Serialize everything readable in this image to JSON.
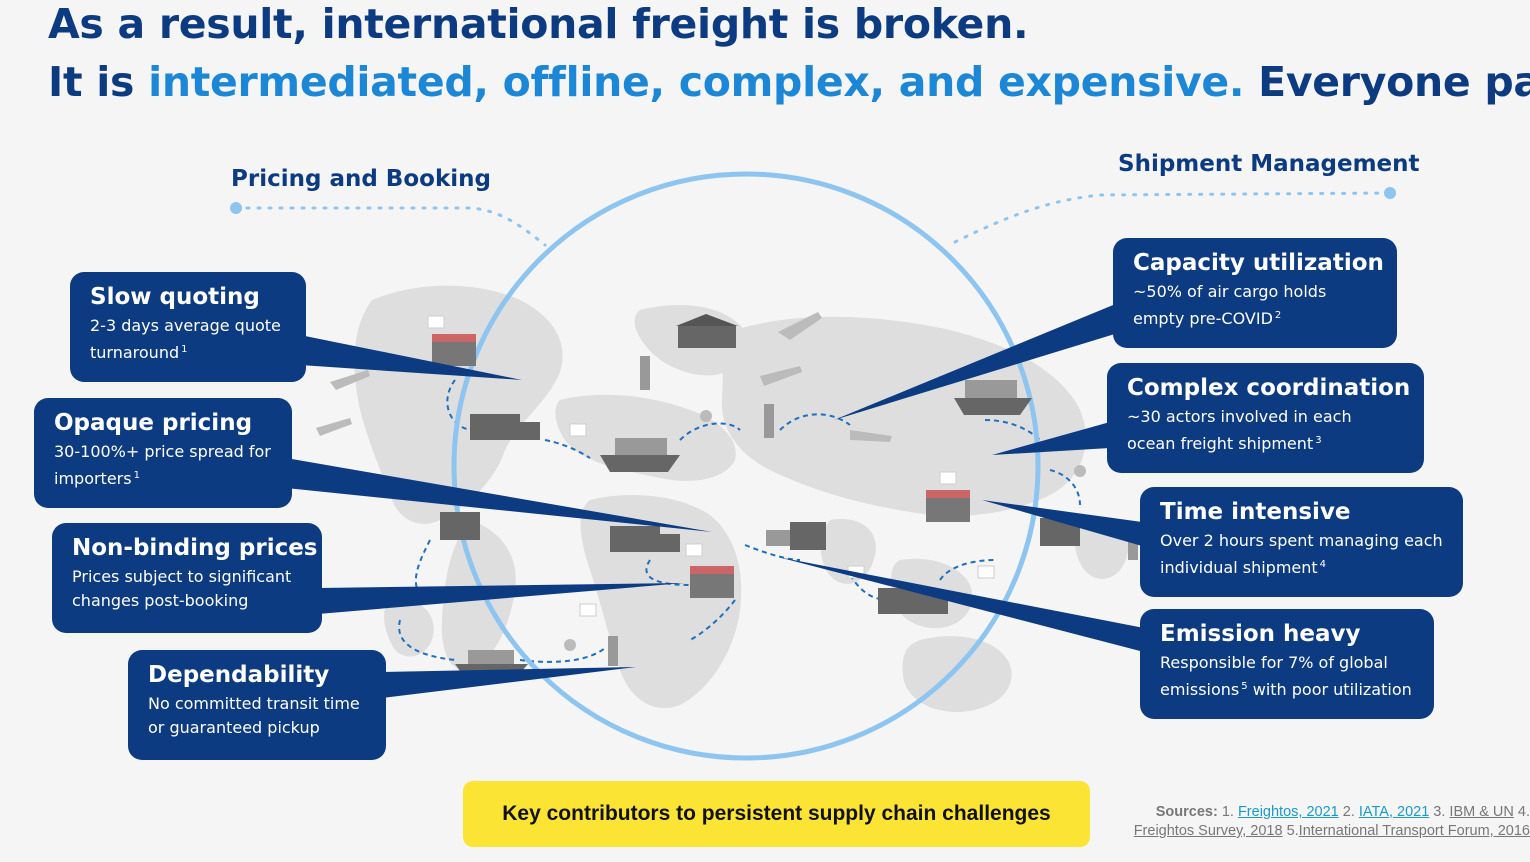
{
  "title": {
    "line1": "As a result, international freight is broken.",
    "line2_prefix": "It is ",
    "line2_highlight": "intermediated, offline, complex, and expensive.",
    "line2_suffix": " Everyone pays."
  },
  "sections": {
    "pricing": "Pricing and Booking",
    "shipment": "Shipment Management"
  },
  "cards": {
    "slow_quoting": {
      "title": "Slow quoting",
      "desc": "2-3 days average quote turnaround",
      "ref": "1"
    },
    "opaque_pricing": {
      "title": "Opaque pricing",
      "desc": "30-100%+ price spread for importers",
      "ref": "1"
    },
    "non_binding": {
      "title": "Non-binding prices",
      "desc": "Prices subject to significant changes post-booking"
    },
    "dependability": {
      "title": "Dependability",
      "desc": "No committed transit time or guaranteed pickup"
    },
    "capacity": {
      "title": "Capacity utilization",
      "desc": "~50% of air cargo holds empty pre-COVID",
      "ref": "2"
    },
    "coordination": {
      "title": "Complex coordination",
      "desc": "~30 actors involved in each ocean freight shipment",
      "ref": "3"
    },
    "time": {
      "title": "Time intensive",
      "desc": "Over 2 hours spent managing each individual shipment",
      "ref": "4"
    },
    "emission": {
      "title": "Emission heavy",
      "desc_before": "Responsible for 7% of global emissions",
      "ref": "5",
      "desc_after": " with poor utilization"
    }
  },
  "footer": {
    "label": "Key contributors to persistent supply chain challenges"
  },
  "sources": {
    "prefix": "Sources:",
    "items": [
      {
        "num": "1.",
        "text": "Freightos, 2021"
      },
      {
        "num": "2.",
        "text": "IATA, 2021"
      },
      {
        "num": "3.",
        "text": "IBM & UN"
      },
      {
        "num": "4.",
        "text": "Freightos Survey, 2018"
      },
      {
        "num": "5.",
        "text": "International Transport Forum, 2016"
      }
    ]
  },
  "colors": {
    "navy": "#0d3b82",
    "highlight_blue": "#1b87d6",
    "circle_blue": "#8ec5f0",
    "footer_yellow": "#fbe433",
    "map_gray": "#dcdcdc"
  },
  "icons": [
    "world-map",
    "truck-icon",
    "ship-icon",
    "airplane-icon",
    "store-icon",
    "forklift-icon",
    "lighthouse-icon",
    "warehouse-icon",
    "phone-icon",
    "email-icon",
    "document-icon",
    "chat-icon"
  ]
}
